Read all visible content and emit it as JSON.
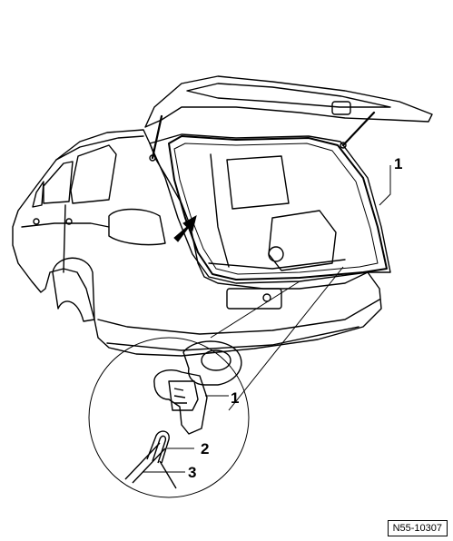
{
  "labels": {
    "seal_main": "1",
    "detail_seal": "1",
    "detail_clip": "2",
    "detail_flange": "3"
  },
  "reference": "N55-10307"
}
